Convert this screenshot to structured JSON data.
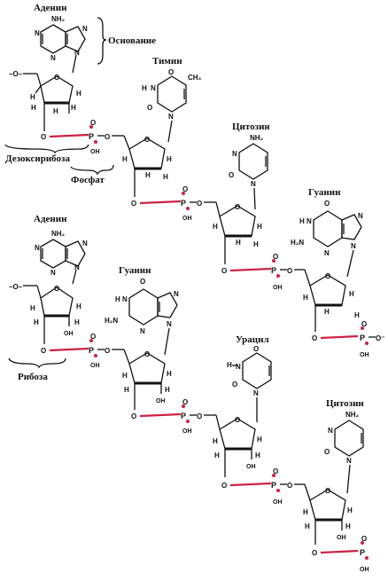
{
  "labels": {
    "adenine_top": "Аденин",
    "base_brace": "Основание",
    "thymine": "Тимин",
    "cytosine_top": "Цитозин",
    "guanine_top": "Гуанин",
    "deoxyribose": "Дезоксирибоза",
    "phosphate": "Фосфат",
    "adenine_bottom": "Аденин",
    "guanine_bottom": "Гуанин",
    "uracil": "Урацил",
    "ribose": "Рибоза",
    "cytosine_bottom": "Цитозин"
  },
  "atoms": {
    "O": "O",
    "P": "P",
    "OH": "OH",
    "H": "H",
    "N": "N",
    "NH2": "NH₂",
    "H2N": "H₂N",
    "CH3": "CH₃",
    "Ominus": "O⁻",
    "dashO": "–O–"
  },
  "colors": {
    "phosphodiester_bond": "#cc2244",
    "ink": "#111111"
  }
}
